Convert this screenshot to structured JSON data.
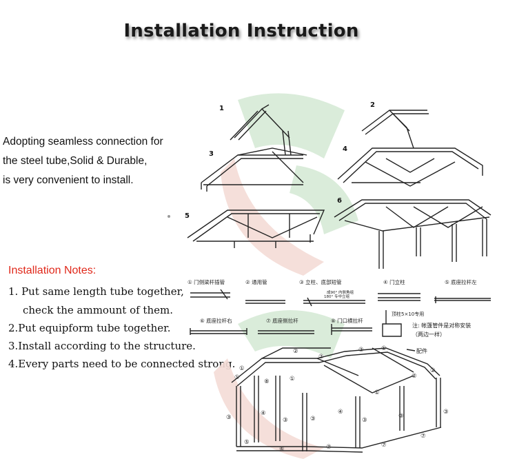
{
  "title": "Installation Instruction",
  "intro": [
    "Adopting seamless connection for",
    "the steel tube,Solid & Durable,",
    "is very convenient to install."
  ],
  "notes": {
    "heading": "Installation Notes:",
    "items": [
      "1. Put same length tube together,",
      "check the ammount of them.",
      "2.Put equipform tube together.",
      "3.Install according to the structure.",
      "4.Every parts need to be connected strong."
    ]
  },
  "steps": [
    "1",
    "2",
    "3",
    "4",
    "5",
    "6"
  ],
  "parts": [
    "① 门侧梁杆插管",
    "② 通用管",
    "③ 立柱、底部短管",
    "④ 门立柱",
    "⑤ 底座拉杆左",
    "⑥ 底座拉杆右",
    "⑦ 底座侧拉杆",
    "⑧ 门口横拉杆"
  ],
  "part_notes": {
    "angle": "成90° 内侧角组",
    "angle2": "180° 专中立组",
    "foot": "顶柱5×10专用",
    "sym1": "注: 帐篷管件是对称安装",
    "sym2": "（两边一样）",
    "fitting": "配件"
  },
  "diagram_labels": {
    "one": "①",
    "two": "②",
    "three": "③",
    "four": "④",
    "five": "⑤",
    "six": "⑥",
    "seven": "⑦",
    "eight": "⑧"
  },
  "colors": {
    "title_shadow": "#000000",
    "notes_heading": "#e0281a",
    "watermark_green": "#cfe7cf",
    "watermark_red": "#f3d5cf",
    "line": "#222222"
  }
}
